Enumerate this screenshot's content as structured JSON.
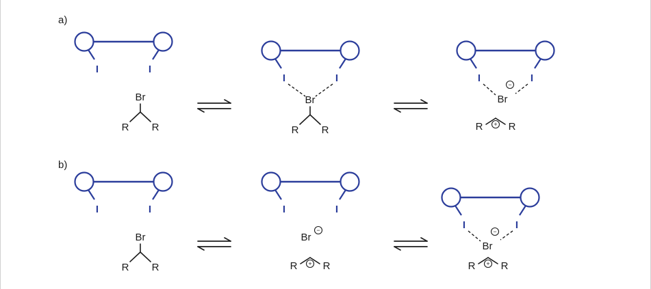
{
  "figure": {
    "panel_a_label": "a)",
    "panel_b_label": "b)"
  },
  "atoms": {
    "iodine": "I",
    "bromine": "Br",
    "substituent": "R"
  },
  "charges": {
    "negative": "−",
    "positive": "+"
  },
  "colors": {
    "pincer-blue": "#2b3d9b",
    "ink": "#1c1c1c",
    "background": "#ffffff"
  }
}
